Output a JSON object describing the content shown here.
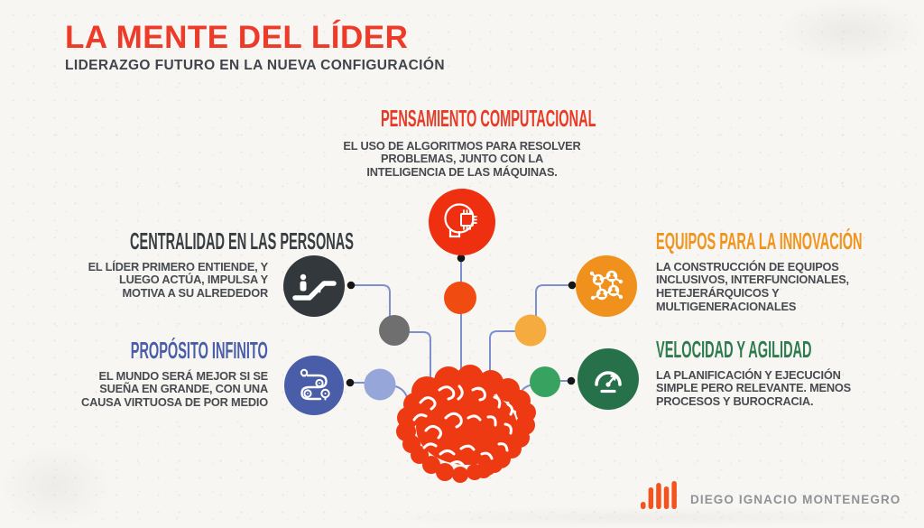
{
  "header": {
    "title": "LA MENTE DEL LÍDER",
    "subtitle": "LIDERAZGO FUTURO EN LA NUEVA CONFIGURACIÓN"
  },
  "sections": {
    "computational": {
      "heading": "PENSAMIENTO COMPUTACIONAL",
      "body": "EL USO DE ALGORITMOS PARA RESOLVER\nPROBLEMAS, JUNTO CON LA\nINTELIGENCIA DE LAS MÁQUINAS.",
      "accent_color": "#e93a26",
      "icon": "head-chip-icon"
    },
    "people": {
      "heading": "CENTRALIDAD EN LAS PERSONAS",
      "body": "EL LÍDER PRIMERO ENTIENDE, Y\nLUEGO ACTÚA, IMPULSA Y\nMOTIVA A SU ALREDEDOR",
      "accent_color": "#383d42",
      "icon": "escalator-icon"
    },
    "purpose": {
      "heading": "PROPÓSITO INFINITO",
      "body": "EL MUNDO SERÁ MEJOR SI SE\nSUEÑA EN GRANDE, CON UNA\nCAUSA VIRTUOSA DE POR MEDIO",
      "accent_color": "#4a5da9",
      "icon": "infinite-path-icon"
    },
    "teams": {
      "heading": "EQUIPOS PARA LA INNOVACIÓN",
      "body": "LA CONSTRUCCIÓN DE EQUIPOS\nINCLUSIVOS, INTERFUNCIONALES,\nHETEJERÁRQUICOS Y\nMULTIGENERACIONALES",
      "accent_color": "#f0941d",
      "icon": "team-network-icon"
    },
    "speed": {
      "heading": "VELOCIDAD Y AGILIDAD",
      "body": "LA PLANIFICACIÓN Y EJECUCIÓN\nSIMPLE PERO RELEVANTE. MENOS\nPROCESOS Y BUROCRACIA.",
      "accent_color": "#2e7b4f",
      "icon": "speedometer-icon"
    }
  },
  "footer": {
    "brand": "DIEGO IGNACIO MONTENEGRO",
    "logo_icon": "equalizer-bars-icon",
    "logo_color": "#f2531f",
    "brand_text_color": "#8f9397"
  },
  "colors": {
    "background": "#f7f6f3",
    "title_red": "#ee3a28",
    "brain_red": "#ee3a13",
    "node_red": "#ee2f10",
    "node_red_small": "#f04c12",
    "node_charcoal": "#33383d",
    "node_gray_small": "#6f6f6f",
    "node_blue": "#4a5da9",
    "node_blue_small": "#97a6d9",
    "node_orange": "#f0911d",
    "node_amber_small": "#f6ab3e",
    "node_green": "#27714a",
    "node_green_small": "#38a261",
    "connector_blue": "#7c90cf",
    "connector_dot": "#151515",
    "body_text": "#474a4f",
    "subtitle_text": "#40454b"
  }
}
